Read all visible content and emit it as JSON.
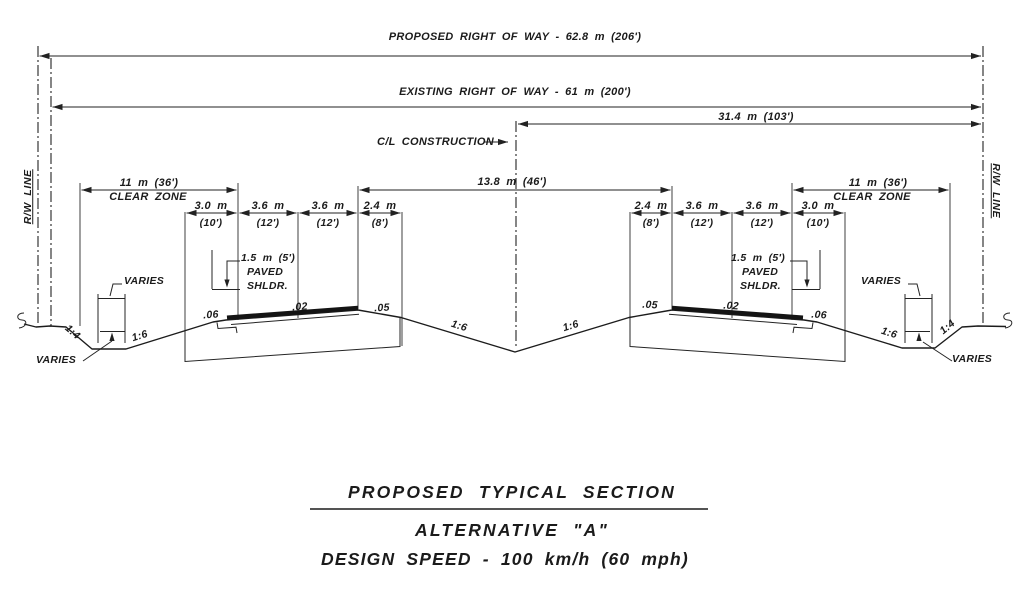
{
  "title_block": {
    "line1": "PROPOSED TYPICAL SECTION",
    "line2": "ALTERNATIVE \"A\"",
    "line3": "DESIGN SPEED - 100 km/h (60 mph)"
  },
  "right_of_way": {
    "proposed": "PROPOSED RIGHT OF WAY - 62.8 m (206')",
    "existing": "EXISTING RIGHT OF WAY - 61 m (200')",
    "half_width": "31.4 m (103')",
    "rw_line": "R/W LINE"
  },
  "centerline": {
    "label": "C/L CONSTRUCTION"
  },
  "median": {
    "width": "13.8 m (46')"
  },
  "clear_zone": {
    "width": "11 m (36')",
    "label": "CLEAR ZONE"
  },
  "lanes": {
    "left": [
      {
        "metric": "3.0 m",
        "imperial": "(10')"
      },
      {
        "metric": "3.6 m",
        "imperial": "(12')"
      },
      {
        "metric": "3.6 m",
        "imperial": "(12')"
      },
      {
        "metric": "2.4 m",
        "imperial": "(8')"
      }
    ],
    "right": [
      {
        "metric": "2.4 m",
        "imperial": "(8')"
      },
      {
        "metric": "3.6 m",
        "imperial": "(12')"
      },
      {
        "metric": "3.6 m",
        "imperial": "(12')"
      },
      {
        "metric": "3.0 m",
        "imperial": "(10')"
      }
    ]
  },
  "paved_shoulder": {
    "dim": "1.5 m (5')",
    "line2": "PAVED",
    "line3": "SHLDR."
  },
  "slopes": {
    "outer": ".06",
    "lane": ".02",
    "inner": ".05",
    "foreslope": "1:4",
    "backslope": "1:6"
  },
  "varies": "VARIES"
}
